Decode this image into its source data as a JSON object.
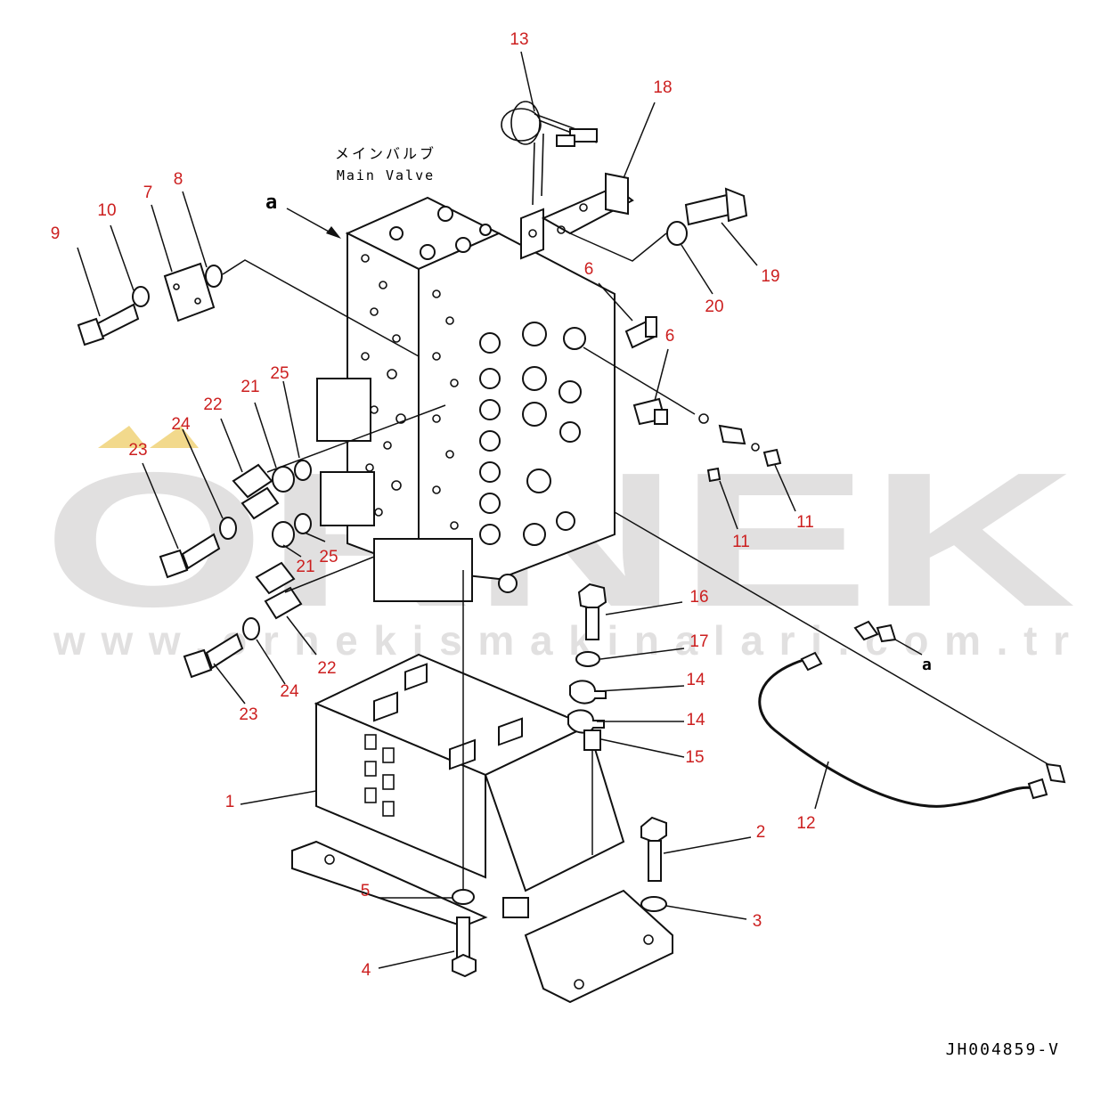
{
  "diagram": {
    "title_jp": "メインバルブ",
    "title_en": "Main Valve",
    "drawing_code": "JH004859-V",
    "ref_marker": "a"
  },
  "watermark": {
    "brand": "ORNEK",
    "url": "www.ornekismakinalari.com.tr",
    "color": "#d8d6d6",
    "accent": "#f2d98c"
  },
  "callout_color": "#cc1f1f",
  "callouts": {
    "c1": "1",
    "c2": "2",
    "c3": "3",
    "c4": "4",
    "c5": "5",
    "c6a": "6",
    "c6b": "6",
    "c7": "7",
    "c8": "8",
    "c9": "9",
    "c10": "10",
    "c11a": "11",
    "c11b": "11",
    "c12": "12",
    "c13": "13",
    "c14a": "14",
    "c14b": "14",
    "c15": "15",
    "c16": "16",
    "c17": "17",
    "c18": "18",
    "c19": "19",
    "c20": "20",
    "c21a": "21",
    "c21b": "21",
    "c22a": "22",
    "c22b": "22",
    "c23a": "23",
    "c23b": "23",
    "c24a": "24",
    "c24b": "24",
    "c25a": "25",
    "c25b": "25"
  }
}
